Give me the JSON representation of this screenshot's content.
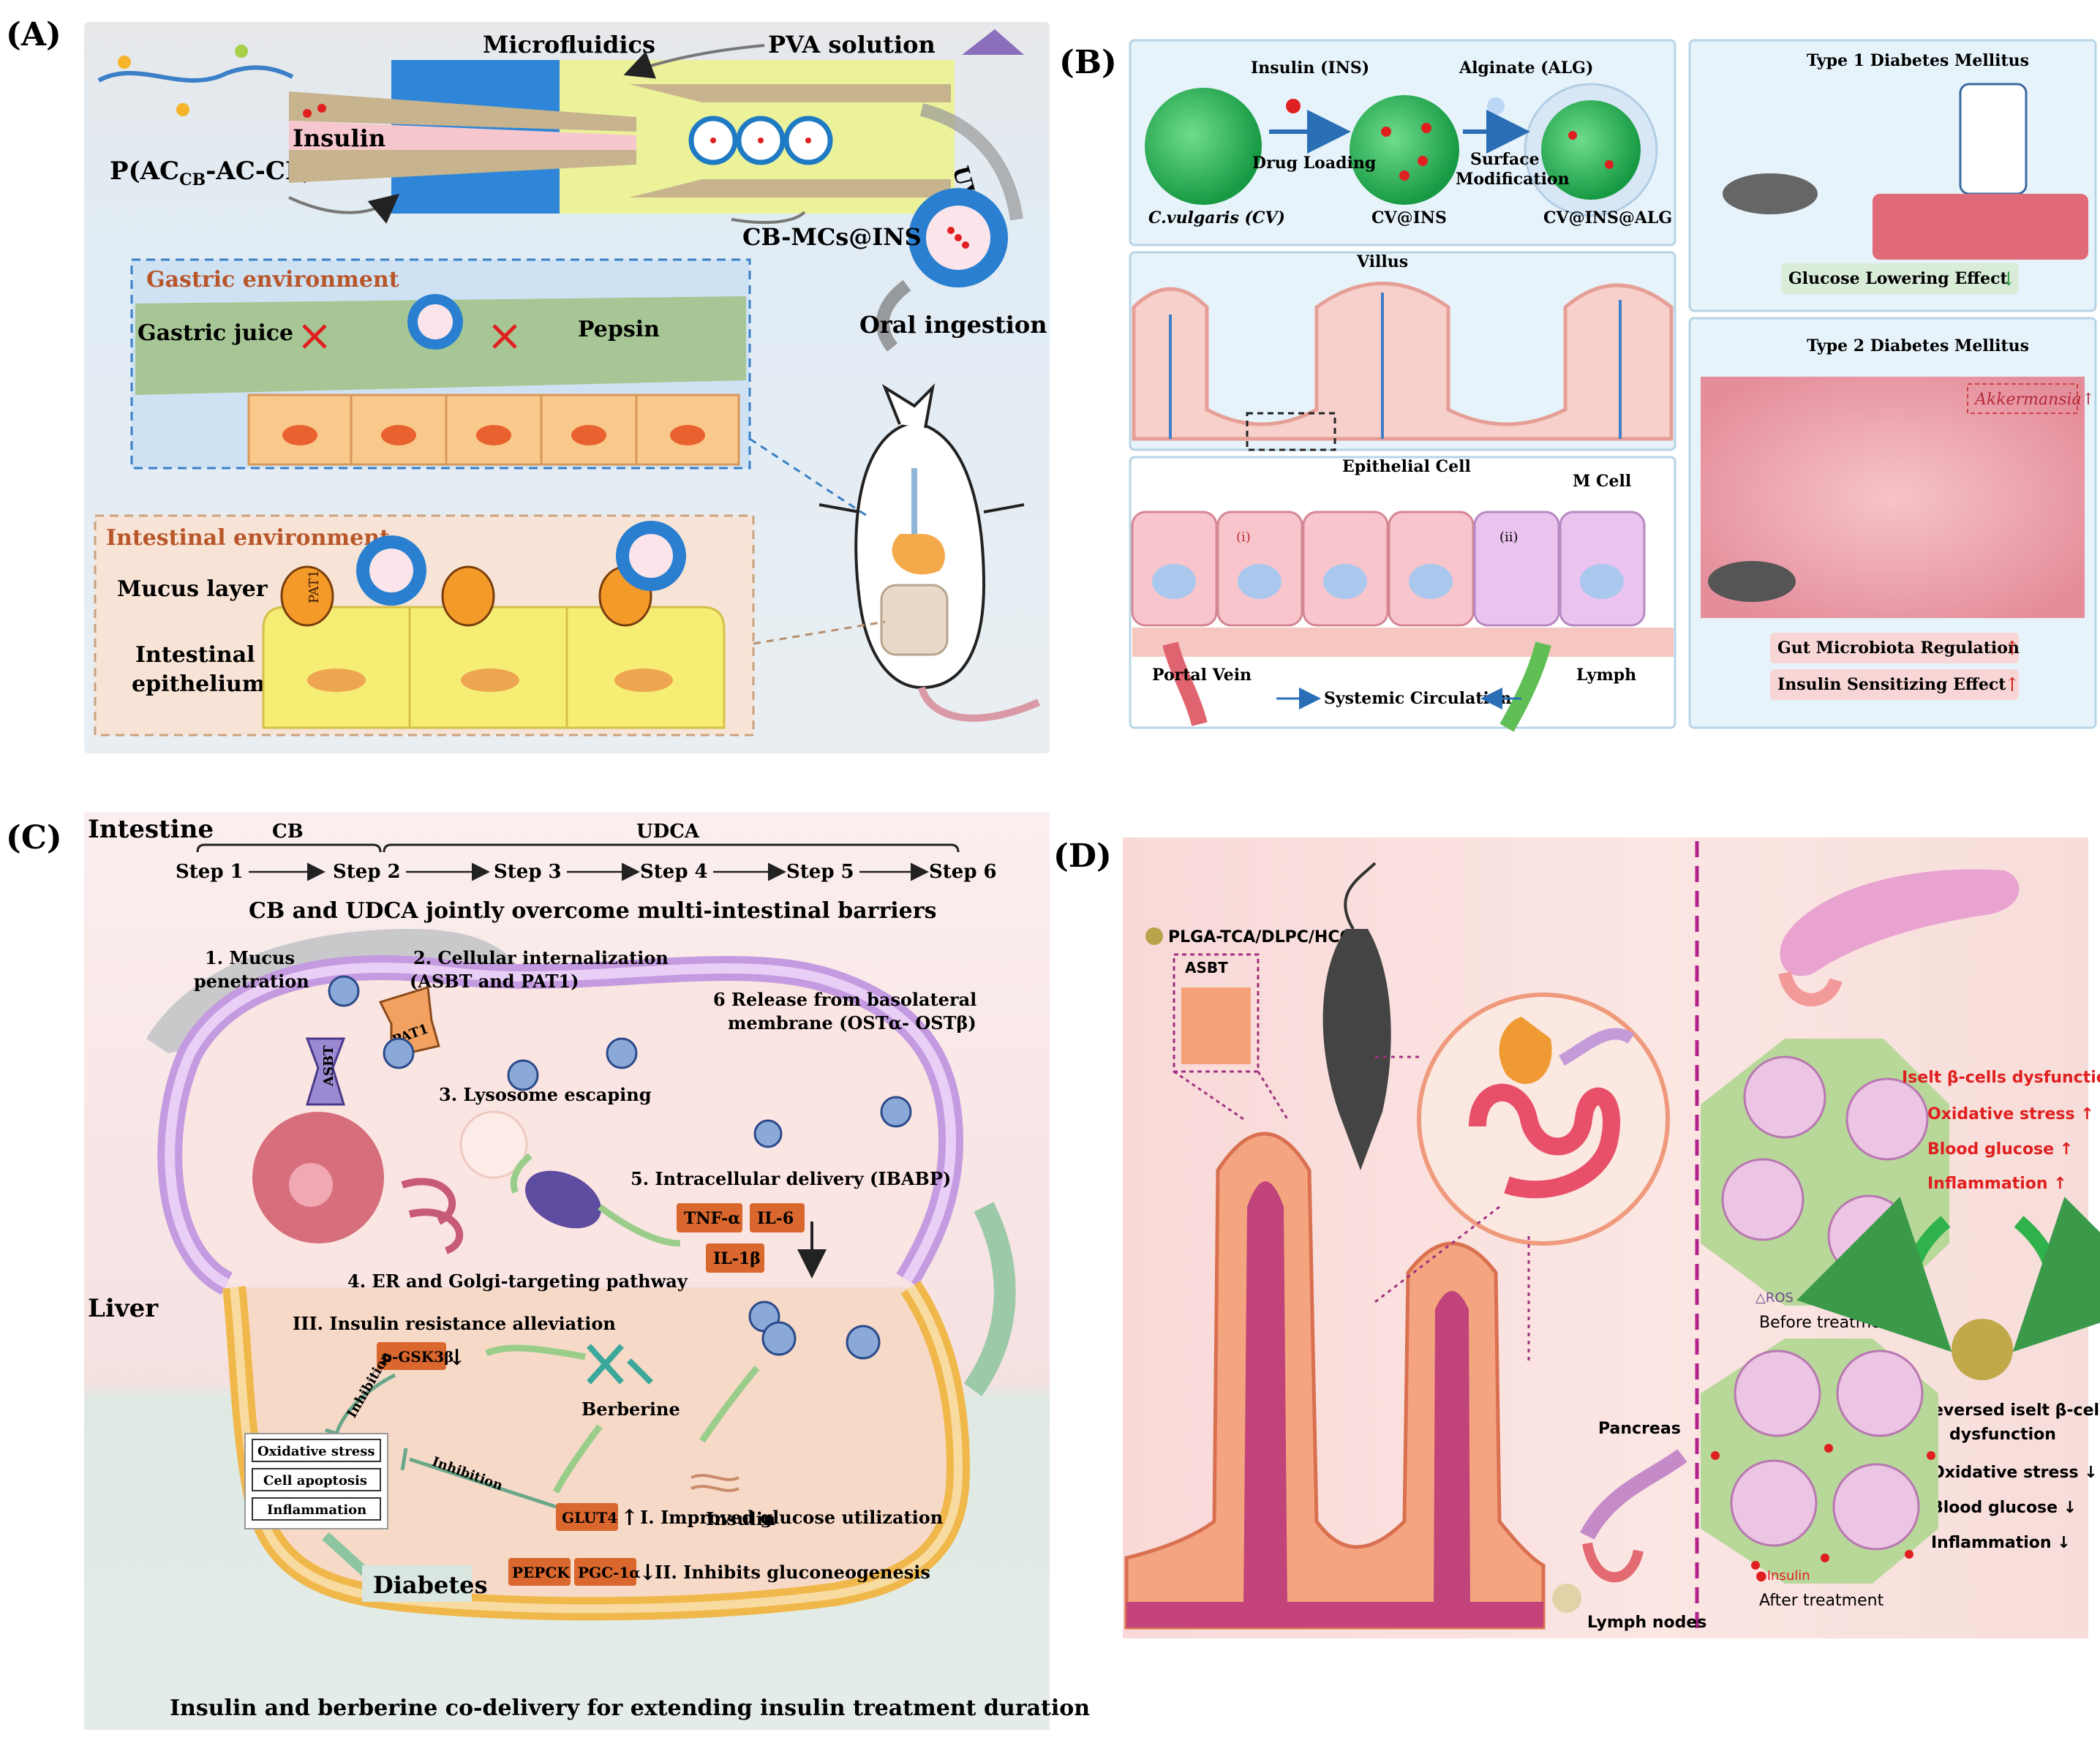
{
  "panel_letters": {
    "a": "(A)",
    "b": "(B)",
    "c": "(C)",
    "d": "(D)"
  },
  "panel_a": {
    "polymer": "P(AC",
    "polymer_sub": "CB",
    "polymer_end": "-AC-CL)",
    "microfluidics": "Microfluidics",
    "pva": "PVA solution",
    "insulin": "Insulin",
    "uv": "UV",
    "cbmcs": "CB-MCs@INS",
    "oral": "Oral ingestion",
    "gastric_env": "Gastric environment",
    "gastric_juice": "Gastric juice",
    "pepsin": "Pepsin",
    "intestinal_env": "Intestinal environment",
    "mucus": "Mucus layer",
    "epi1": "Intestinal",
    "epi2": "epithelium",
    "pat1": "PAT1"
  },
  "panel_b": {
    "ins": "Insulin (INS)",
    "alg": "Alginate (ALG)",
    "drug_loading": "Drug Loading",
    "surface1": "Surface",
    "surface2": "Modification",
    "cv": "C.vulgaris (CV)",
    "cv_ins": "CV@INS",
    "cv_ins_alg": "CV@INS@ALG",
    "villus": "Villus",
    "epithelial": "Epithelial Cell",
    "mcell": "M Cell",
    "i": "(i)",
    "ii": "(ii)",
    "portal": "Portal Vein",
    "systemic": "Systemic Circulation",
    "lymph": "Lymph",
    "t1": "Type 1 Diabetes Mellitus",
    "glucose_lowering": "Glucose Lowering Effect",
    "t2": "Type 2 Diabetes Mellitus",
    "akk": "Akkermansia",
    "gut": "Gut Microbiota Regulation",
    "sens": "Insulin Sensitizing Effect"
  },
  "panel_c": {
    "intestine": "Intestine",
    "cb": "CB",
    "udca": "UDCA",
    "steps": [
      "Step 1",
      "Step 2",
      "Step 3",
      "Step 4",
      "Step 5",
      "Step 6"
    ],
    "headline": "CB and UDCA jointly overcome multi-intestinal barriers",
    "s1a": "1. Mucus",
    "s1b": "penetration",
    "s2a": "2. Cellular internalization",
    "s2b": "(ASBT and PAT1)",
    "s6a": "6 Release from basolateral",
    "s6b": "membrane (OSTα- OSTβ)",
    "asbt": "ASBT",
    "pat1": "PAT1",
    "s3": "3. Lysosome escaping",
    "s5": "5. Intracellular delivery (IBABP)",
    "tnf": "TNF-α",
    "il6": "IL-6",
    "il1": "IL-1β",
    "s4": "4. ER and Golgi-targeting pathway",
    "liver": "Liver",
    "iii": "III. Insulin resistance alleviation",
    "pgsk": "p-GSK3β",
    "inhibition1": "Inhibition",
    "berberine": "Berberine",
    "box": [
      "Oxidative stress",
      "Cell apoptosis",
      "Inflammation"
    ],
    "inhibition2": "Inhibition",
    "insulin": "Insulin",
    "glut4": "GLUT4",
    "i_text": "I. Improved glucose utilization",
    "pepck": "PEPCK",
    "pgc": "PGC-1α",
    "ii_text": "II. Inhibits gluconeogenesis",
    "diabetes": "Diabetes",
    "caption": "Insulin and berberine co-delivery for extending insulin treatment duration"
  },
  "panel_d": {
    "plga": "PLGA-TCA/DLPC/HCQ",
    "asbt": "ASBT",
    "pancreas": "Pancreas",
    "lymph_nodes": "Lymph nodes",
    "ros": "ROS",
    "before": "Before treatment",
    "dys": "Iselt β-cells dysfunction",
    "ox": "Oxidative stress",
    "bg": "Blood glucose",
    "inf": "Inflammation",
    "rev1": "Reversed iselt β-cells",
    "rev2": "dysfunction",
    "ox2": "Oxidative stress",
    "bg2": "Blood glucose",
    "inf2": "Inflammation",
    "insulin": "Insulin",
    "after": "After  treatment"
  }
}
